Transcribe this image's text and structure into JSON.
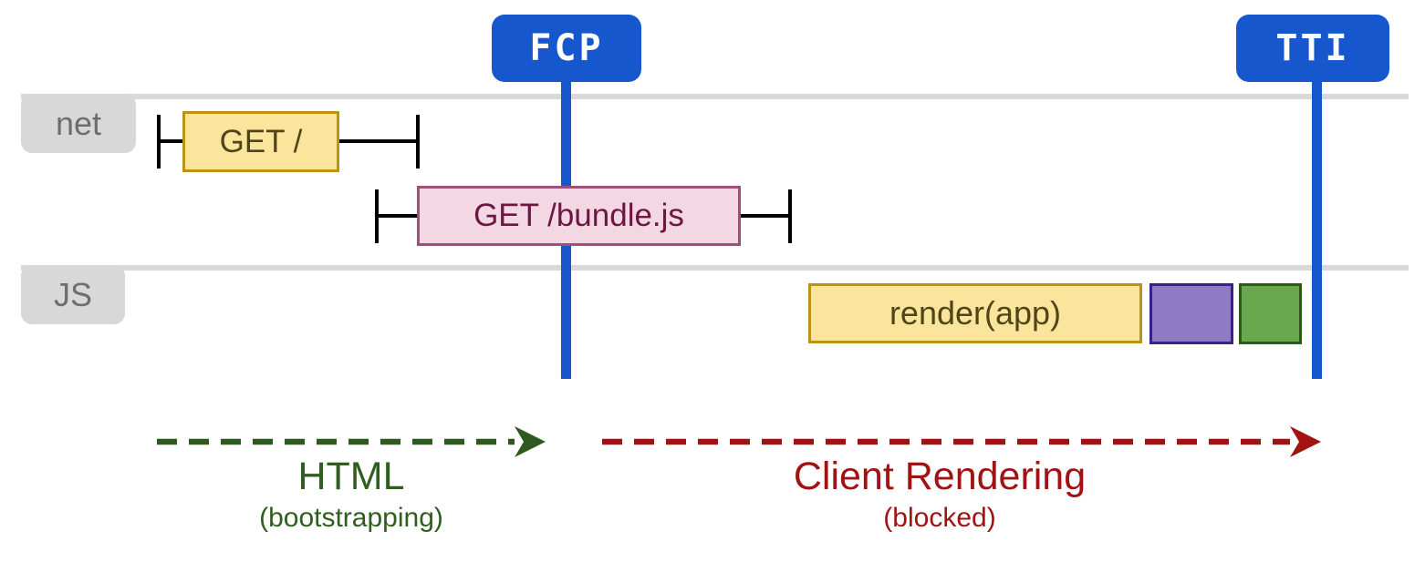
{
  "milestones": {
    "fcp": "FCP",
    "tti": "TTI"
  },
  "lanes": {
    "net": "net",
    "js": "JS"
  },
  "net_requests": {
    "get_root": "GET /",
    "get_bundle": "GET /bundle.js"
  },
  "js_tasks": {
    "render": "render(app)"
  },
  "phases": {
    "html": {
      "label": "HTML",
      "sublabel": "(bootstrapping)"
    },
    "client": {
      "label": "Client Rendering",
      "sublabel": "(blocked)"
    }
  },
  "colors": {
    "milestone_blue": "#1757ce",
    "lane_gray": "#d9d9d9",
    "tab_gray": "#d8d8d8",
    "tab_text_gray": "#6e6e6e",
    "task_yellow_fill": "#fbe49b",
    "task_yellow_border": "#bd9313",
    "request_pink_fill": "#f3d7e3",
    "request_pink_border": "#a05078",
    "task_purple_fill": "#8d7bc4",
    "task_purple_border": "#38208c",
    "task_green_fill": "#69a84f",
    "task_green_border": "#2b5b17",
    "phase_html_green": "#2f5e1e",
    "phase_client_red": "#a11313",
    "whisker_black": "#000000"
  }
}
